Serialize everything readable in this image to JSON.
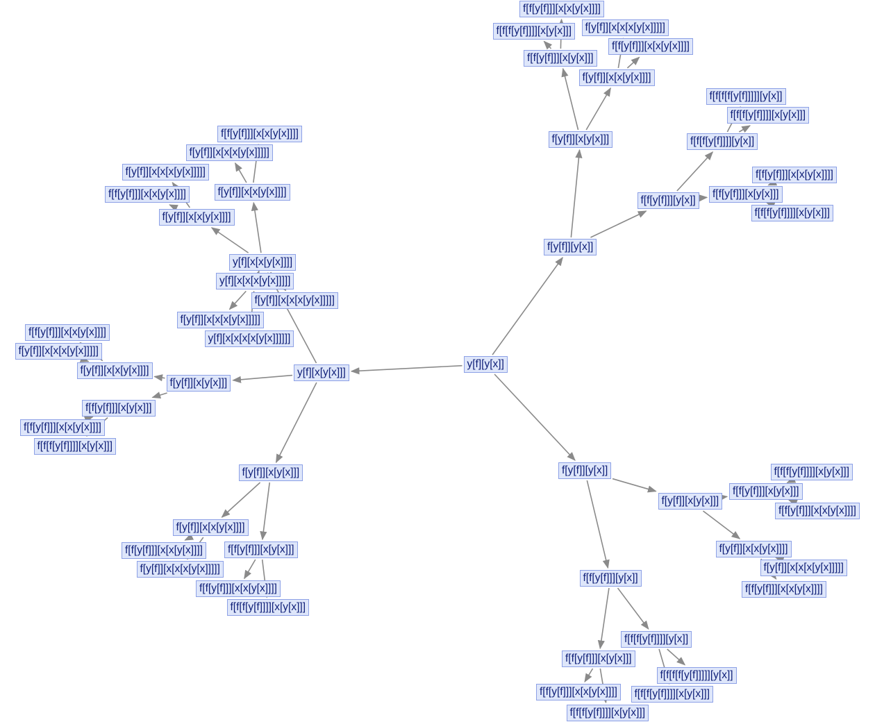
{
  "graph": {
    "nodes": [
      "y[f][y[x]]",
      "y[f][x[y[x]]]",
      "f[y[f]][y[x]]",
      "f[y[f]][y[x]]",
      "f[y[f]][x[y[x]]]",
      "f[f[y[f]]][y[x]]",
      "f[f[y[f]]][x[y[x]]]",
      "f[y[f]][x[x[y[x]]]]",
      "f[f[f[y[f]]]][x[y[x]]]",
      "f[f[y[f]]][x[x[y[x]]]]",
      "f[y[f]][x[x[x[y[x]]]]]",
      "f[f[y[f]]][x[x[y[x]]]]",
      "f[f[f[y[f]]]][y[x]]",
      "f[f[y[f]]][x[y[x]]]",
      "f[f[f[f[y[f]]]]][y[x]]",
      "f[f[f[y[f]]]][x[y[x]]]",
      "f[f[y[f]]][x[x[y[x]]]]",
      "f[f[f[y[f]]]][x[y[x]]]",
      "f[y[f]][x[y[x]]]",
      "f[f[y[f]]][y[x]]",
      "f[y[f]][x[x[y[x]]]]",
      "f[f[y[f]]][x[y[x]]]",
      "f[f[f[y[f]]]][x[y[x]]]",
      "f[f[y[f]]][x[x[y[x]]]]",
      "f[y[f]][x[x[x[y[x]]]]]",
      "f[f[y[f]]][x[x[y[x]]]]",
      "f[f[y[f]]][x[y[x]]]",
      "f[f[f[y[f]]]][y[x]]",
      "f[f[y[f]]][x[x[y[x]]]]",
      "f[f[f[y[f]]]][x[y[x]]]",
      "f[f[f[f[y[f]]]]][y[x]]",
      "f[f[f[y[f]]]][x[y[x]]]",
      "y[f][x[x[y[x]]]]",
      "f[y[f]][x[y[x]]]",
      "f[y[f]][x[y[x]]]",
      "f[y[f]][x[x[y[x]]]]",
      "f[y[f]][x[x[y[x]]]]",
      "f[y[f]][x[x[x[y[x]]]]]",
      "f[f[y[f]]][x[x[y[x]]]]",
      "f[y[f]][x[x[x[y[x]]]]]",
      "f[f[y[f]]][x[x[y[x]]]]",
      "y[f][x[x[x[y[x]]]]]",
      "y[f][x[x[x[x[y[x]]]]]]",
      "f[y[f]][x[x[x[y[x]]]]]",
      "f[y[f]][x[x[x[y[x]]]]]",
      "f[y[f]][x[x[y[x]]]]",
      "f[f[y[f]]][x[x[y[x]]]]",
      "f[f[y[f]]][x[y[x]]]",
      "f[f[y[f]]][x[x[y[x]]]]",
      "f[f[f[y[f]]]][x[y[x]]]",
      "f[y[f]][x[x[x[y[x]]]]]",
      "f[y[f]][x[x[y[x]]]]",
      "f[f[y[f]]][x[y[x]]]",
      "f[f[y[f]]][x[x[y[x]]]]",
      "f[y[f]][x[x[x[y[x]]]]]",
      "f[f[y[f]]][x[x[y[x]]]]",
      "f[f[f[y[f]]]][x[y[x]]]"
    ],
    "edges": [
      [
        0,
        1
      ],
      [
        0,
        2
      ],
      [
        0,
        3
      ],
      [
        2,
        4
      ],
      [
        2,
        5
      ],
      [
        4,
        6
      ],
      [
        4,
        7
      ],
      [
        6,
        8
      ],
      [
        6,
        9
      ],
      [
        7,
        10
      ],
      [
        7,
        11
      ],
      [
        5,
        12
      ],
      [
        5,
        13
      ],
      [
        12,
        14
      ],
      [
        12,
        15
      ],
      [
        13,
        16
      ],
      [
        13,
        17
      ],
      [
        3,
        18
      ],
      [
        3,
        19
      ],
      [
        18,
        20
      ],
      [
        18,
        21
      ],
      [
        21,
        22
      ],
      [
        21,
        23
      ],
      [
        20,
        24
      ],
      [
        20,
        25
      ],
      [
        19,
        26
      ],
      [
        19,
        27
      ],
      [
        26,
        28
      ],
      [
        26,
        29
      ],
      [
        27,
        30
      ],
      [
        27,
        31
      ],
      [
        1,
        32
      ],
      [
        1,
        33
      ],
      [
        1,
        34
      ],
      [
        32,
        35
      ],
      [
        32,
        36
      ],
      [
        35,
        37
      ],
      [
        35,
        38
      ],
      [
        36,
        39
      ],
      [
        36,
        40
      ],
      [
        32,
        41
      ],
      [
        41,
        42
      ],
      [
        41,
        43
      ],
      [
        32,
        44
      ],
      [
        33,
        45
      ],
      [
        33,
        47
      ],
      [
        45,
        46
      ],
      [
        45,
        50
      ],
      [
        47,
        48
      ],
      [
        47,
        49
      ],
      [
        34,
        51
      ],
      [
        34,
        52
      ],
      [
        51,
        53
      ],
      [
        51,
        54
      ],
      [
        52,
        55
      ],
      [
        52,
        56
      ]
    ],
    "colors": {
      "edge": "#8a8a8a",
      "node_text": "#0f1f78",
      "node_border": "#8ca0e6",
      "node_fill": "#dee6fa"
    }
  }
}
